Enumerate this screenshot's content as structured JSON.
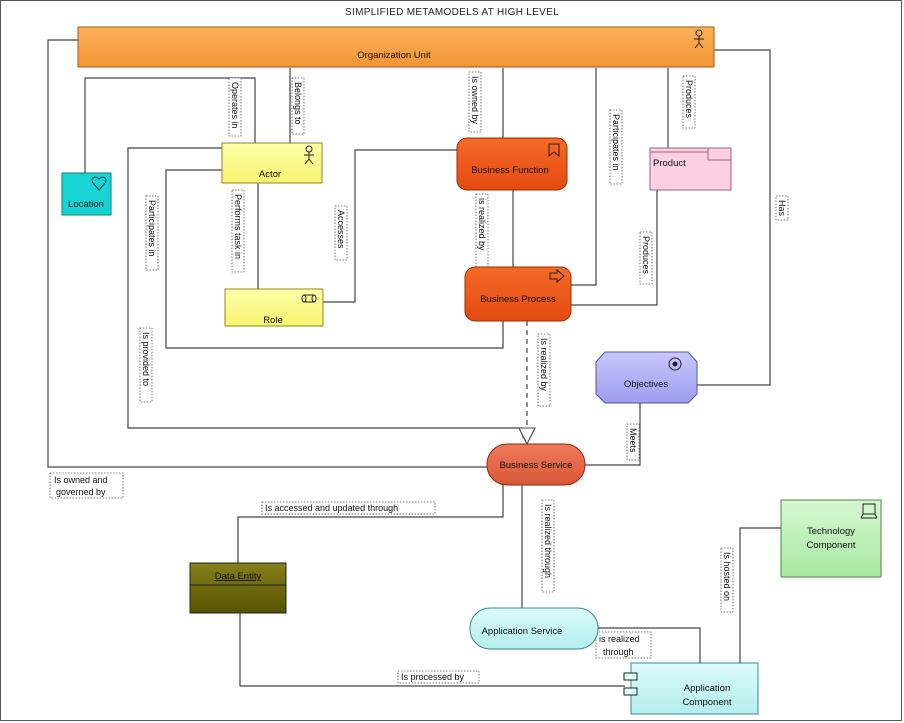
{
  "title": "SIMPLIFIED METAMODELS AT HIGH LEVEL",
  "colors": {
    "org_unit": "#f7a048",
    "actor": "#fdfd8a",
    "role": "#fdfd8a",
    "location": "#19d4d4",
    "business_function": "#f05a1c",
    "business_process": "#f05a1c",
    "product": "#fcd0e0",
    "objectives": "#b2b2f7",
    "business_service": "#e86848",
    "data_entity": "#6b6500",
    "application_service": "#c8f5f5",
    "application_component": "#c8f5f5",
    "technology_component": "#c0f0c0"
  },
  "nodes": {
    "org_unit": "Organization Unit",
    "actor": "Actor",
    "role": "Role",
    "location": "Location",
    "business_function": "Business Function",
    "business_process": "Business Process",
    "product": "Product",
    "objectives": "Objectives",
    "business_service": "Business Service",
    "data_entity": "Data Entity",
    "application_service": "Application Service",
    "application_component_line1": "Application",
    "application_component_line2": "Component",
    "technology_component_line1": "Technology",
    "technology_component_line2": "Component"
  },
  "icons": {
    "org_unit": "actor-stick-icon",
    "actor": "actor-stick-icon",
    "role": "role-cylinder-icon",
    "location": "location-heart-icon",
    "business_function": "function-bookmark-icon",
    "business_process": "process-arrow-icon",
    "product": "product-tab-icon",
    "objectives": "target-icon",
    "application_component": "component-icon",
    "technology_component": "device-icon"
  },
  "relations": {
    "operates_in": "Operates in",
    "belongs_to": "Belongs to",
    "is_owned_by": "Is owned by",
    "participates_in_top": "Participates in",
    "produces_top": "Produces",
    "participates_in_left": "Participates in",
    "performs_task_in": "Performs task in",
    "accesses": "Accesses",
    "is_realized_by_bf": "is realized by",
    "produces_bottom": "Produces",
    "has": "Has",
    "is_provided_to": "Is provided to",
    "is_realized_by_bs": "Is realized by",
    "meets": "Meets",
    "owned_line1": "Is owned and",
    "owned_line2": "governed by",
    "accessed_updated": "Is accessed and updated through",
    "realized_through": "Is realized through",
    "realized_line1": "is realized",
    "realized_line2": "through",
    "is_hosted_on": "Is hosted on",
    "is_processed_by": "Is processed by"
  }
}
